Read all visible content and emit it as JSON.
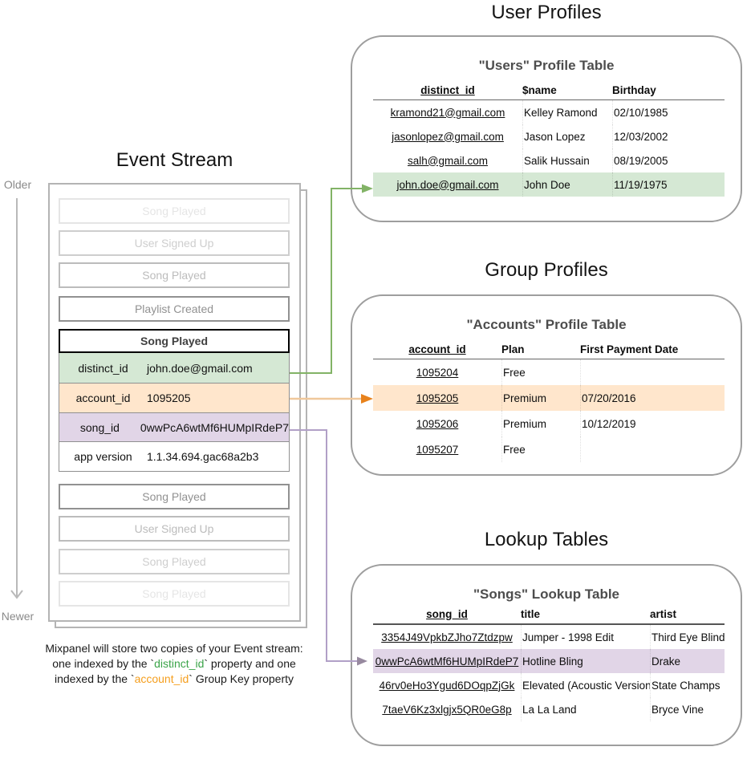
{
  "titles": {
    "event_stream": "Event Stream",
    "user_profiles": "User Profiles",
    "group_profiles": "Group Profiles",
    "lookup_tables": "Lookup Tables"
  },
  "timeline": {
    "older": "Older",
    "newer": "Newer"
  },
  "event_stream": {
    "events": [
      {
        "type": "collapsed",
        "label": "Song Played",
        "opacity": 0.22
      },
      {
        "type": "collapsed",
        "label": "User Signed Up",
        "opacity": 0.42
      },
      {
        "type": "collapsed",
        "label": "Song Played",
        "opacity": 0.58
      },
      {
        "type": "collapsed",
        "label": "Playlist Created",
        "opacity": 0.95
      },
      {
        "type": "expanded",
        "title": "Song Played",
        "properties": [
          {
            "key": "distinct_id",
            "value": "john.doe@gmail.com",
            "highlight": "#d5e8d4"
          },
          {
            "key": "account_id",
            "value": "1095205",
            "highlight": "#ffe6cc"
          },
          {
            "key": "song_id",
            "value": "0wwPcA6wtMf6HUMpIRdeP7",
            "highlight": "#e1d5e7"
          },
          {
            "key": "app version",
            "value": "1.1.34.694.gac68a2b3",
            "highlight": "#ffffff"
          }
        ]
      },
      {
        "type": "collapsed",
        "label": "Song Played",
        "opacity": 0.95
      },
      {
        "type": "collapsed",
        "label": "User Signed Up",
        "opacity": 0.58
      },
      {
        "type": "collapsed",
        "label": "Song Played",
        "opacity": 0.42
      },
      {
        "type": "collapsed",
        "label": "Song Played",
        "opacity": 0.22
      }
    ]
  },
  "users_table": {
    "title": "\"Users\" Profile Table",
    "columns": [
      "distinct_id",
      "$name",
      "Birthday"
    ],
    "rows": [
      [
        "kramond21@gmail.com",
        "Kelley Ramond",
        "02/10/1985"
      ],
      [
        "jasonlopez@gmail.com",
        "Jason Lopez",
        "12/03/2002"
      ],
      [
        "salh@gmail.com",
        "Salik Hussain",
        "08/19/2005"
      ],
      [
        "john.doe@gmail.com",
        "John Doe",
        "11/19/1975"
      ]
    ],
    "highlight_row": 3,
    "highlight_color": "#d5e8d4"
  },
  "accounts_table": {
    "title": "\"Accounts\" Profile Table",
    "columns": [
      "account_id",
      "Plan",
      "First Payment Date"
    ],
    "rows": [
      [
        "1095204",
        "Free",
        ""
      ],
      [
        "1095205",
        "Premium",
        "07/20/2016"
      ],
      [
        "1095206",
        "Premium",
        "10/12/2019"
      ],
      [
        "1095207",
        "Free",
        ""
      ]
    ],
    "highlight_row": 1,
    "highlight_color": "#ffe6cc"
  },
  "songs_table": {
    "title": "\"Songs\" Lookup Table",
    "columns": [
      "song_id",
      "title",
      "artist"
    ],
    "rows": [
      [
        "3354J49VpkbZJho7Ztdzpw",
        "Jumper - 1998 Edit",
        "Third Eye Blind"
      ],
      [
        "0wwPcA6wtMf6HUMpIRdeP7",
        "Hotline Bling",
        "Drake"
      ],
      [
        "46rv0eHo3Ygud6DOqpZjGk",
        "Elevated (Acoustic Version)",
        "State Champs"
      ],
      [
        "7taeV6Kz3xlgjx5QR0eG8p",
        "La La Land",
        "Bryce Vine"
      ]
    ],
    "highlight_row": 1,
    "highlight_color": "#e1d5e7"
  },
  "arrows": {
    "distinct_id": {
      "line": "#82b366",
      "head": "#82b366"
    },
    "account_id": {
      "line": "#f0c89b",
      "head": "#e8821c"
    },
    "song_id": {
      "line": "#b1a0c7",
      "head": "#97899f"
    },
    "timeline": {
      "line": "#b9b9b9"
    }
  },
  "caption": {
    "lines": [
      [
        {
          "text": "Mixpanel will store two copies of your Event stream:"
        }
      ],
      [
        {
          "text": "one indexed by the `"
        },
        {
          "text": "distinct_id",
          "color": "#3ba449"
        },
        {
          "text": "` property and one"
        }
      ],
      [
        {
          "text": "indexed by the `"
        },
        {
          "text": "account_id",
          "color": "#f59e1d"
        },
        {
          "text": "` Group Key property"
        }
      ]
    ]
  }
}
